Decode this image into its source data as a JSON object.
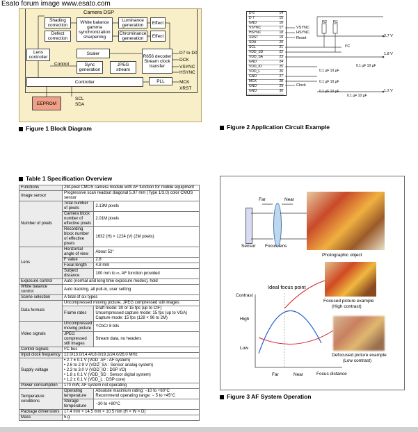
{
  "banner": "Esato forum image www.esato.com",
  "figure1": {
    "caption": "Figure 1   Block Diagram",
    "title": "Camera DSP",
    "blocks": {
      "shading": "Shading correction",
      "defect": "Defect correction",
      "wb": "White balance gamma synchronization sharpening",
      "lum": "Luminance generation",
      "chrom": "Chrominance generation",
      "effect1": "Effect",
      "effect2": "Effect",
      "lens_ctrl": "Lens controller",
      "scaler": "Scaler",
      "sync": "Sync generation",
      "jpeg": "JPEG stream",
      "r656": "R656 decoder Stream clock transfer",
      "controller": "Controller",
      "pll": "PLL",
      "eeprom": "EEPROM"
    },
    "labels": {
      "control": "Control",
      "d7d0": "D7 to D0",
      "dck": "DCK",
      "vsync": "VSYNC",
      "hsync": "HSYNC",
      "mck": "MCK",
      "xrst": "XRST",
      "scl": "SCL",
      "sda": "SDA"
    }
  },
  "figure2": {
    "caption": "Figure 2   Application Circuit Example",
    "pins": [
      {
        "name": "D 6",
        "num": "14"
      },
      {
        "name": "D 7",
        "num": "15"
      },
      {
        "name": "GND",
        "num": "16"
      },
      {
        "name": "VSYNC",
        "num": "17"
      },
      {
        "name": "HSYNC",
        "num": "18"
      },
      {
        "name": "XRST",
        "num": "19"
      },
      {
        "name": "SDA",
        "num": "20"
      },
      {
        "name": "SCL",
        "num": "21"
      },
      {
        "name": "VDD_SD",
        "num": "22"
      },
      {
        "name": "VDD_SA",
        "num": "23"
      },
      {
        "name": "GND",
        "num": "24"
      },
      {
        "name": "VDD_IO",
        "num": "25"
      },
      {
        "name": "VDD_L",
        "num": "26"
      },
      {
        "name": "GND",
        "num": "27"
      },
      {
        "name": "MCK",
        "num": "28"
      },
      {
        "name": "GND",
        "num": "29"
      },
      {
        "name": "GND",
        "num": "30"
      }
    ],
    "labels": {
      "vsync": "VSYNC",
      "hsync": "HSYNC",
      "reset": "Reset",
      "r2": "R2",
      "r1": "R1",
      "v27": "2.7 V",
      "i2c": "I²C",
      "v18": "1.8 V",
      "clock": "Clock",
      "v12": "1.2 V",
      "cap1": "0.1 µF 10 µF",
      "cap2": "0.1 µF 10 µF",
      "cap3": "0.1 µF 10 µF",
      "cap4": "0.1 µF 10 µF",
      "cap5": "0.1 µF 10 µF"
    }
  },
  "table1": {
    "caption": "Table 1   Specification Overview",
    "rows": {
      "functions": {
        "label": "Functions",
        "value": "2M-pixel CMOS camera module with AF function for mobile equipment"
      },
      "sensor": {
        "label": "Image sensor",
        "value": "Progressive scan readout diagonal 5.97 mm (Type 1/3.0) color CMOS sensor"
      },
      "pixels": {
        "label": "Number of pixels",
        "sub": [
          {
            "k": "Total number of pixels",
            "v": "2.13M pixels"
          },
          {
            "k": "Camera block number of effective pixels",
            "v": "2.01M pixels"
          },
          {
            "k": "Recording block number of effective pixels",
            "v": "1632 (H) × 1224 (V) (2M pixels)"
          }
        ]
      },
      "lens": {
        "label": "Lens",
        "sub": [
          {
            "k": "Horizontal angle of view",
            "v": "About 52°"
          },
          {
            "k": "F value",
            "v": "2.8"
          },
          {
            "k": "Focal length",
            "v": "4.8 mm"
          },
          {
            "k": "Subject distance",
            "v": "100 mm to ∞, AF function provided"
          }
        ]
      },
      "exposure": {
        "label": "Exposure control",
        "value": "Auto (normal and long time exposure modes), hold"
      },
      "wb": {
        "label": "White balance control",
        "value": "Auto tracking, all pull-in, user setting"
      },
      "scene": {
        "label": "Scene selection",
        "value": "A total of six types"
      },
      "formats": {
        "label": "Data formats",
        "line1": "Uncompressed moving picture, JPEG compressed still images",
        "frame_label": "Frame rates",
        "frame1": "Draft mode: 30 or 15 fps (up to CIF)",
        "frame2": "Uncompressed capture mode: 15 fps (up to VGA)",
        "frame3": "Capture mode: 15 fps (128 × 96 to 2M)"
      },
      "video": {
        "label": "Video signals",
        "r1k": "Uncompressed moving picture",
        "r1v": "YCbCr 8 bits",
        "r2k": "JPEG compressed still images",
        "r2v": "Stream data, no headers"
      },
      "control": {
        "label": "Control signals",
        "value": "I²C bus"
      },
      "clock": {
        "label": "Input clock frequency",
        "value": "12.0/13.0/14.4/18.0/19.2/24.0/26.0 MHz"
      },
      "supply": {
        "label": "Supply voltage",
        "lines": [
          "• 2.7 ± 0.1 V   (VDD_AF : AF system)",
          "• 2.6 to 2.9 V  (VDD_SA : Sensor analog system)",
          "• 2.3 to 3.0 V  (VDD_IO : DSP I/O)",
          "• 1.8 ± 0.1 V   (VDD_SD : Sensor digital system)",
          "• 1.2 ± 0.1 V   (VDD_L : DSP core)"
        ]
      },
      "power": {
        "label": "Power consumption",
        "value": "170 mW, AF system not operating"
      },
      "temp": {
        "label": "Temperature conditions",
        "op_label": "Operating temperature",
        "op1": "Absolute maximum rating: −10 to +60°C",
        "op2": "Recommend operating range: − 5 to +45°C",
        "st_label": "Storage temperature",
        "st": "−30 to +80°C"
      },
      "package": {
        "label": "Package dimensions",
        "value": "17.4 mm × 14.5 mm × 10.5 mm (H × W × D)"
      },
      "mass": {
        "label": "Mass",
        "value": "5 g"
      }
    }
  },
  "figure3": {
    "caption": "Figure 3   AF System Operation",
    "labels": {
      "far_top": "Far",
      "near_top": "Near",
      "sensor": "Sensor",
      "focus_lens": "Focus lens",
      "photo_object": "Photographic object",
      "ideal": "Ideal focus point",
      "contrast": "Contrast",
      "high": "High",
      "low": "Low",
      "far_bottom": "Far",
      "near_bottom": "Near",
      "focus_distance": "Focus distance",
      "focused": "Focused picture example",
      "focused_sub": "(High contrast)",
      "defocused": "Defocused picture example",
      "defocused_sub": "(Low contrast)"
    }
  }
}
